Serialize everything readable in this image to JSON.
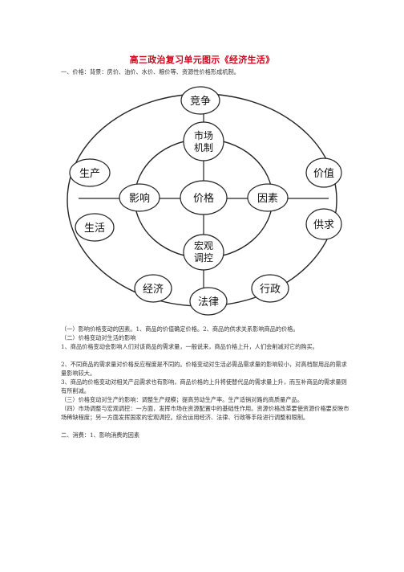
{
  "doc": {
    "title": "高三政治复习单元图示《经济生活》",
    "intro": "一、价格：背景：房价、油价、水价、粮价等、资源性价格形成机制。"
  },
  "diagram": {
    "center": "价格",
    "inner": {
      "top": [
        "市场",
        "机制"
      ],
      "bottom": [
        "宏观",
        "调控"
      ],
      "left": "影响",
      "right": "因素"
    },
    "outer": {
      "top": "竞争",
      "left_top": "生产",
      "left_mid": "生活",
      "left_bottom": "经济",
      "bottom": "法律",
      "right_bottom": "行政",
      "right_mid": "供求",
      "right_top": "价值"
    }
  },
  "body": [
    "（一）影响价格变动的因素。1、商品的价值确定价格。2、商品的供求关系影响商品的价格。",
    "（二）价格变动对生活的影响",
    "1、商品价格变动会影响人们对该商品的需求量，一般说来，商品价格上升，人们会削减对它的购买。",
    "2、不同商品的需求量对价格反应程度是不同的。价格变动对生活必需品需求量的影响较小，对高档耐用品的需求量影响较大。",
    "3、商品的价格变动对相关产品需求也有影响，商品价格的上升将使替代品的需求量上升，而互补商品的需求量则有所削减。",
    "（三）价格变动对生产的影响：调整生产规模；提高劳动生产率。生产适销对路的高质量产品。",
    "（四）市场调整与宏观调控：一方面，发挥市场在资源配置中的基础性作用。资源价格改革要使资源价格要反映市场稀缺程度；另一方面发挥国家的宏观调控。综合运用经济、法律、行政等手段进行调整和限制。",
    "二、消费：1、影响消费的因素"
  ]
}
